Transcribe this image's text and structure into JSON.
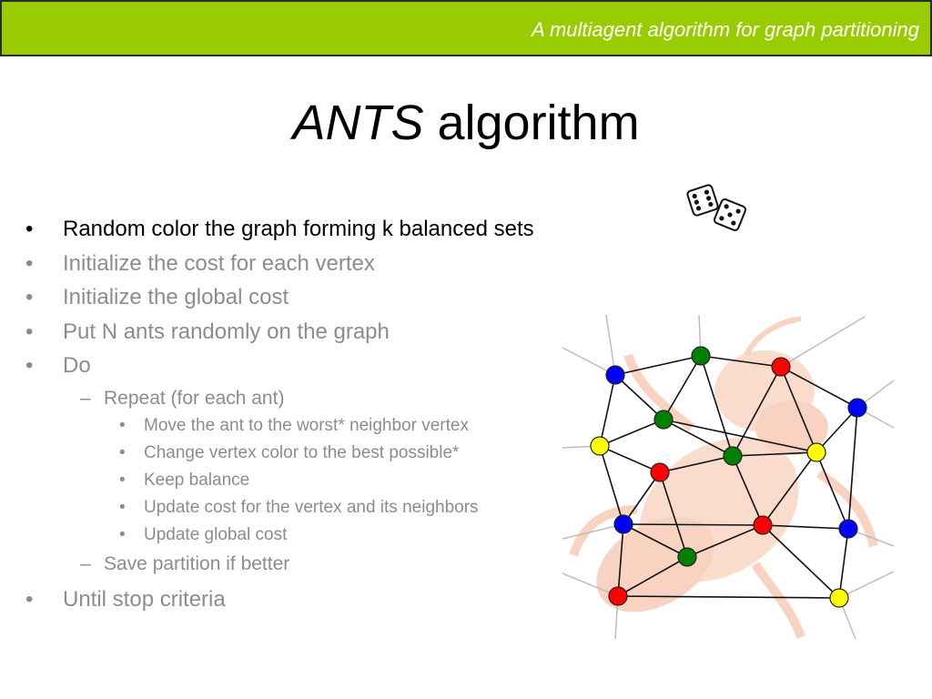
{
  "header": {
    "title": "A multiagent algorithm for graph partitioning",
    "bar_color": "#99cc00"
  },
  "slide": {
    "title_emphasis": "ANTS",
    "title_rest": " algorithm"
  },
  "bullets": {
    "b1": "Random color the graph forming k balanced sets",
    "b2": "Initialize the cost for each vertex",
    "b3": "Initialize the global cost",
    "b4": "Put N ants randomly on the graph",
    "b5": "Do",
    "s1": "Repeat (for each ant)",
    "t1": "Move the ant to the worst* neighbor vertex",
    "t2": "Change vertex color to the best possible*",
    "t3": "Keep balance",
    "t4": "Update cost for the vertex and its neighbors",
    "t5": "Update global cost",
    "s2": "Save partition if better",
    "b6": "Until stop criteria"
  },
  "markers": {
    "level1": "•",
    "level2": "–",
    "level3": "•"
  },
  "illustration": {
    "dice_icon": "dice-icon",
    "graph": "graph with colored vertices over ant image",
    "vertex_colors": {
      "red": "#ff0000",
      "blue": "#0000ff",
      "green": "#008000",
      "yellow": "#ffff00"
    }
  }
}
